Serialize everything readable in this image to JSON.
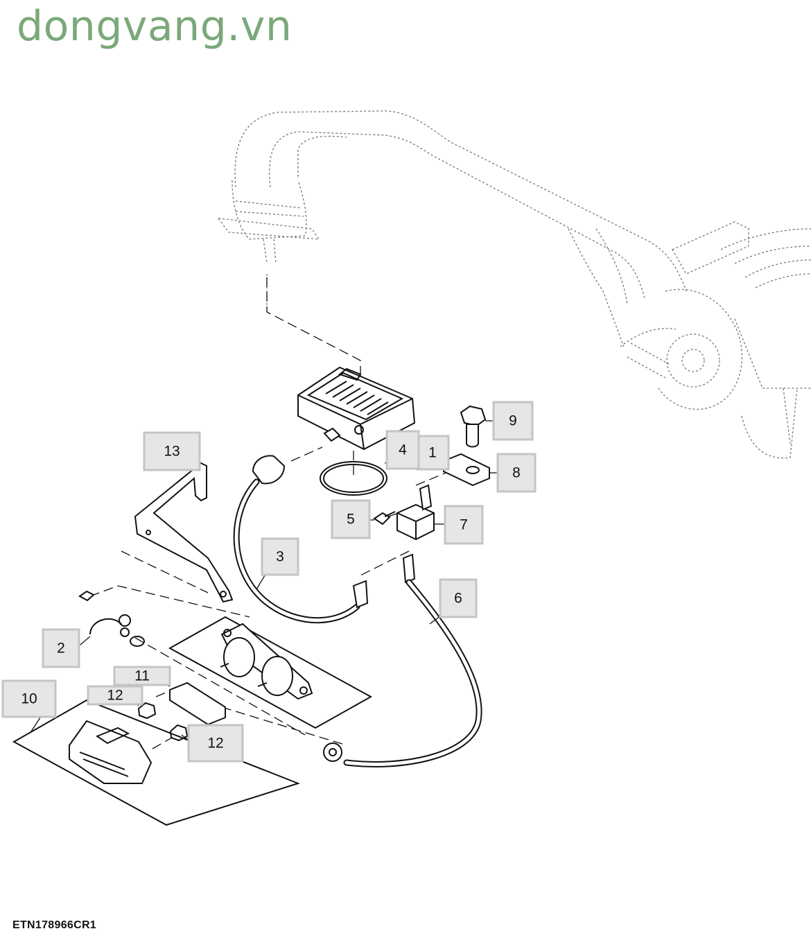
{
  "watermark": "dongvang.vn",
  "figure_code": "ETN178966CR1",
  "callouts": [
    {
      "label": "1"
    },
    {
      "label": "2"
    },
    {
      "label": "3"
    },
    {
      "label": "4"
    },
    {
      "label": "5"
    },
    {
      "label": "6"
    },
    {
      "label": "7"
    },
    {
      "label": "8"
    },
    {
      "label": "9"
    },
    {
      "label": "10"
    },
    {
      "label": "11"
    },
    {
      "label": "12"
    },
    {
      "label": "12"
    },
    {
      "label": "13"
    }
  ]
}
